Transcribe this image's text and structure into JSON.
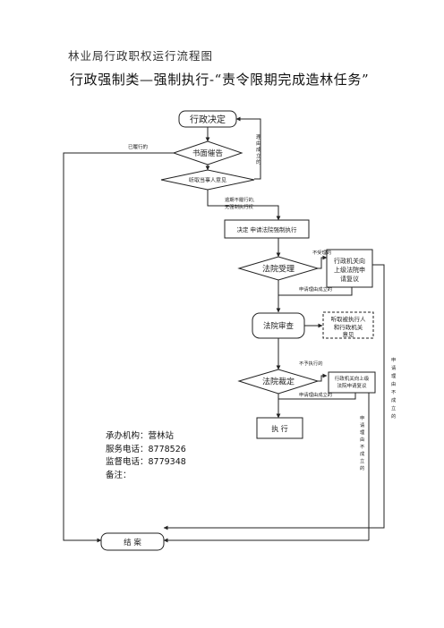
{
  "header": {
    "title": "林业局行政职权运行流程图",
    "subtitle": "行政强制类—强制执行-“责令限期完成造林任务”"
  },
  "nodes": {
    "start": "行政决定",
    "notice": "书面催告",
    "hear": "听取当事人意见",
    "apply": "决定  申请法院强制执行",
    "accept": "法院受理",
    "review_req_1": "行政机关向上级法院申请复议",
    "court_review": "法院审查",
    "consult": "听取被执行人和行政机关意见",
    "ruling": "法院裁定",
    "review_req_2": "行政机关向上级法院申请复议",
    "execute": "执  行",
    "end": "结  案"
  },
  "edges": {
    "fulfilled": "已履行的",
    "reason_valid": "理由成立的",
    "overdue": "逾期不履行的,无强制执行权",
    "not_accepted": "不受理的",
    "review_valid_1": "申请理由成立的",
    "not_execute": "不予执行的",
    "review_valid_2": "申请理由成立的",
    "review_invalid_right": "申请理由不成立的",
    "review_invalid_mid": "申请理由不成立的"
  },
  "info": {
    "org": "承办机构：营林站",
    "service_phone": "服务电话：8778526",
    "supervise_phone": "监督电话：8779348",
    "note": "备注："
  }
}
